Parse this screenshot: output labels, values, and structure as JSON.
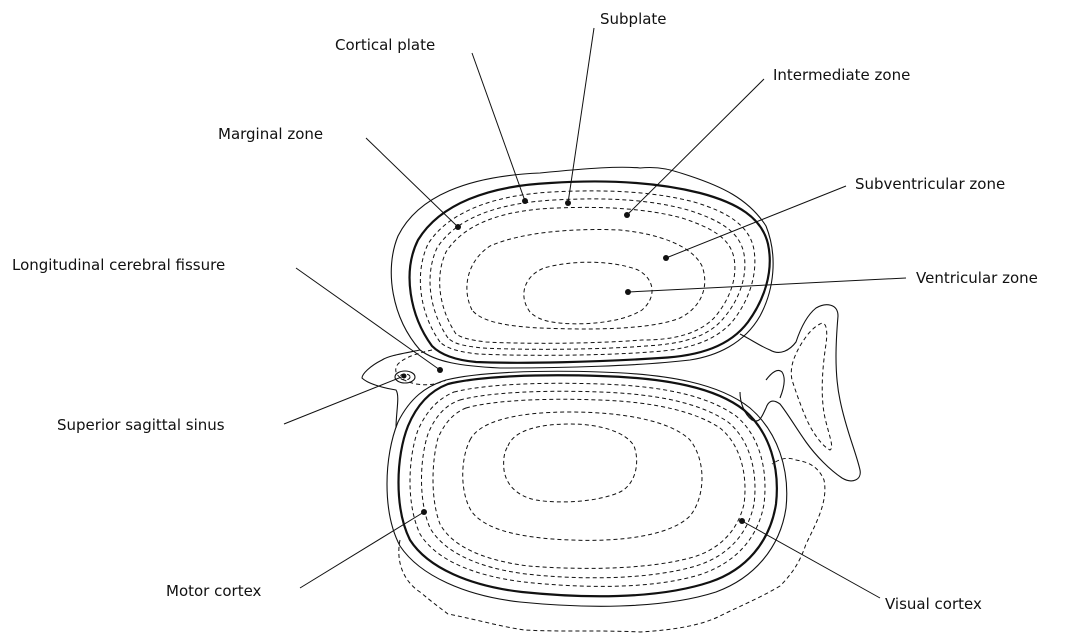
{
  "labels": {
    "subplate": "Subplate",
    "cortical_plate": "Cortical plate",
    "intermediate_zone": "Intermediate zone",
    "marginal_zone": "Marginal zone",
    "subventricular_zone": "Subventricular zone",
    "longitudinal_cerebral_fissure": "Longitudinal cerebral fissure",
    "ventricular_zone": "Ventricular zone",
    "superior_sagittal_sinus": "Superior sagittal sinus",
    "motor_cortex": "Motor cortex",
    "visual_cortex": "Visual cortex"
  }
}
